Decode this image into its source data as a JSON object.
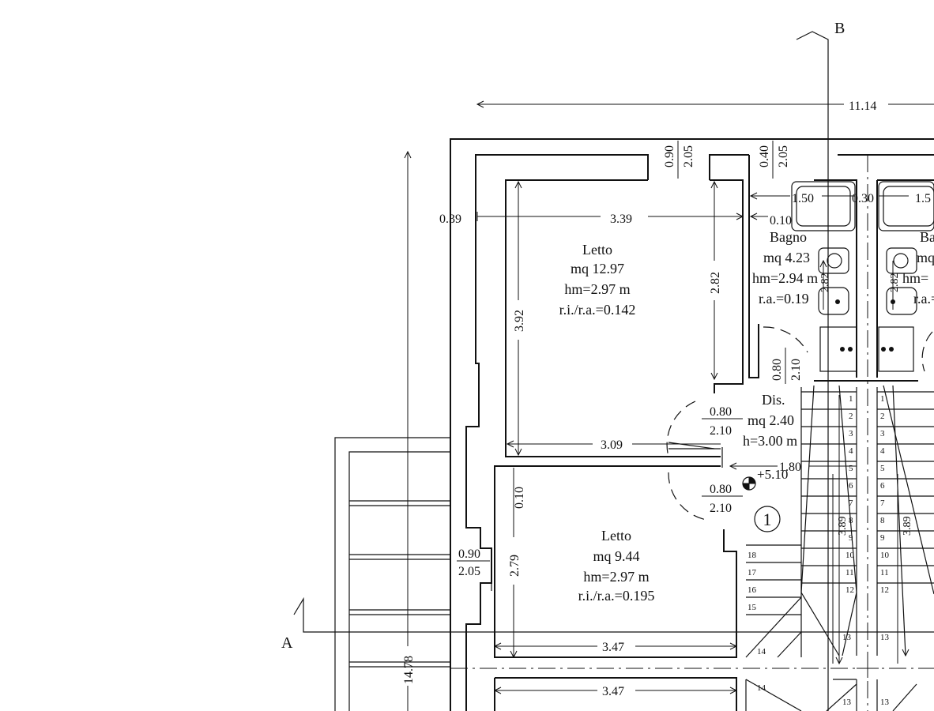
{
  "section_marks": {
    "a": "A",
    "b": "B"
  },
  "overall_dims": {
    "width": "11.14",
    "height": "14.78"
  },
  "dims": {
    "d039": "0.39",
    "d339": "3.39",
    "d010a": "0.10",
    "d150": "1.50",
    "d030": "0.30",
    "d15": "1.5",
    "d090": "0.90",
    "d205": "2.05",
    "d040": "0.40",
    "d205b": "2.05",
    "d392": "3.92",
    "d282": "2.82",
    "d282b": "2.82",
    "d282c": "2.82",
    "d309": "3.09",
    "d180": "1.80",
    "d010b": "0.10",
    "d279": "2.79",
    "d347a": "3.47",
    "d347b": "3.47",
    "d389": "3.89",
    "d389b": "3.89"
  },
  "openings": {
    "o1_w": "0.80",
    "o1_h": "2.10",
    "o2_w": "0.80",
    "o2_h": "2.10",
    "o3_w": "0.80",
    "o3_h": "2.10",
    "o4_w": "0.90",
    "o4_h": "2.05"
  },
  "rooms": {
    "letto1": {
      "name": "Letto",
      "area": "mq 12.97",
      "height": "hm=2.97 m",
      "ratio": "r.i./r.a.=0.142"
    },
    "letto2": {
      "name": "Letto",
      "area": "mq 9.44",
      "height": "hm=2.97 m",
      "ratio": "r.i./r.a.=0.195"
    },
    "bagno": {
      "name": "Bagno",
      "area": "mq 4.23",
      "height": "hm=2.94 m",
      "ratio": "r.a.=0.19"
    },
    "dis": {
      "name": "Dis.",
      "area": "mq 2.40",
      "height": "h=3.00 m"
    },
    "bagno2": {
      "name": "Ba",
      "area": "mq",
      "height": "hm=",
      "ratio": "r.a.="
    }
  },
  "level_mark": "+5.10",
  "unit_marker": "1",
  "stair_left": [
    "1",
    "2",
    "3",
    "4",
    "5",
    "6",
    "7",
    "8",
    "9",
    "10",
    "11",
    "12",
    "13"
  ],
  "stair_right": [
    "1",
    "2",
    "3",
    "4",
    "5",
    "6",
    "7",
    "8",
    "9",
    "10",
    "11",
    "12",
    "13"
  ],
  "stair_lower": [
    "18",
    "17",
    "16",
    "15",
    "14"
  ],
  "stair_bottom": {
    "left14": "14",
    "left13": "13",
    "right13": "13"
  }
}
